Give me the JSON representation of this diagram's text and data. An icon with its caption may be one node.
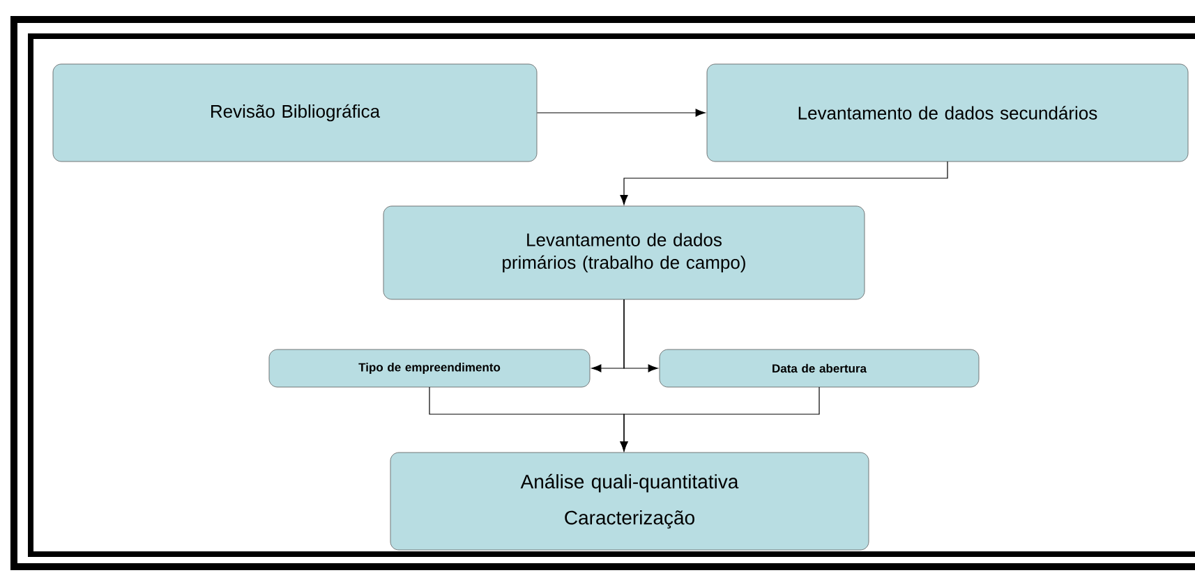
{
  "diagram": {
    "nodes": [
      {
        "text": [
          "Revisão Bibliográfica"
        ]
      },
      {
        "text": [
          "Levantamento de dados secundários"
        ]
      },
      {
        "text": [
          "Levantamento de dados primários (trabalho de campo)"
        ]
      },
      {
        "text": [
          "Tipo de empreendimento"
        ]
      },
      {
        "text": [
          "Data de abertura"
        ]
      },
      {
        "text": [
          "Análise quali-quantitativa",
          "Caracterização"
        ]
      }
    ],
    "edges": [
      {
        "from": 0,
        "to": 1,
        "arrow": "to"
      },
      {
        "from": 1,
        "to": 2,
        "arrow": "to"
      },
      {
        "from": 2,
        "to": 3,
        "arrow": "to"
      },
      {
        "from": 2,
        "to": 4,
        "arrow": "to"
      },
      {
        "from": 3,
        "to": 5,
        "arrow": "to"
      },
      {
        "from": 4,
        "to": 5,
        "arrow": "to"
      }
    ]
  }
}
